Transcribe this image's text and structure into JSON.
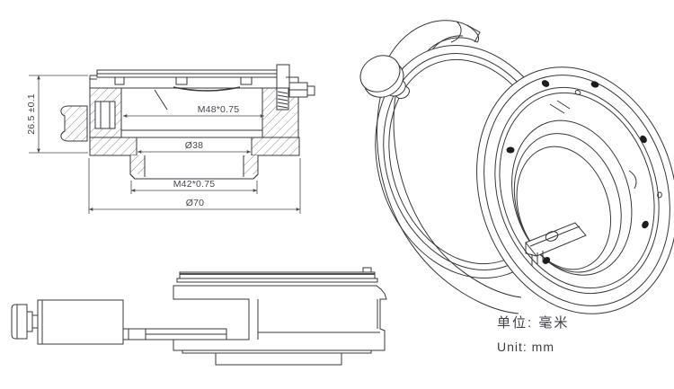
{
  "drawing": {
    "title": "lens-adapter-technical-drawing",
    "section_view": {
      "dim_height": "26.5 ±0.1",
      "dim_thread_top": "M48*0.75",
      "dim_bore": "Ø38",
      "dim_thread_bottom": "M42*0.75",
      "dim_outer_diameter": "Ø70"
    },
    "units": {
      "cn": "单位: 毫米",
      "en": "Unit: mm"
    },
    "colors": {
      "line": "#38383d",
      "hatch": "#55555c",
      "dimension": "#4a4a52",
      "text": "#45454d",
      "hole_fill": "#1d1d1d"
    }
  }
}
